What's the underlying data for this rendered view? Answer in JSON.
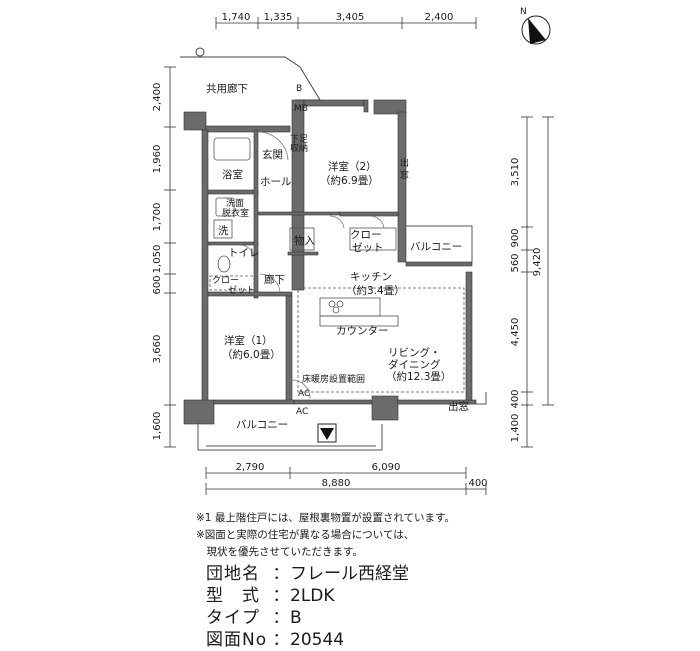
{
  "dimensions": {
    "top": [
      "1,740",
      "1,335",
      "3,405",
      "2,400"
    ],
    "left": [
      "2,400",
      "1,960",
      "1,700",
      "1,050",
      "600",
      "3,660",
      "1,600"
    ],
    "right": [
      "3,510",
      "560",
      "900",
      "9,420",
      "4,450",
      "400",
      "1,400"
    ],
    "bottom_partial": [
      "2,790",
      "6,090"
    ],
    "bottom_total": "8,880",
    "bottom_extra": "400"
  },
  "rooms": {
    "corridor_common": "共用廊下",
    "entrance": "玄関",
    "hall": "ホール",
    "bath": "浴室",
    "washroom": "洗面\n脱衣室",
    "washer": "洗",
    "toilet": "トイレ",
    "closet_small": "クロー\nゼット",
    "hallway": "廊下",
    "storage": "物入",
    "closet": "クロー\nゼット",
    "western2": "洋室（2）",
    "western2_size": "（約6.9畳）",
    "kitchen": "キッチン",
    "kitchen_size": "（約3.4畳）",
    "counter": "カウンター",
    "living": "リビング・",
    "dining": "ダイニング",
    "living_size": "（約12.3畳）",
    "western1": "洋室（1）",
    "western1_size": "（約6.0畳）",
    "floor_heating": "床暖房設置範囲",
    "balcony_bottom": "バルコニー",
    "balcony_right": "バルコニー",
    "out_window_right": "出窓",
    "out_window_top": "出\n窓",
    "mb": "MB",
    "b": "B",
    "shoes": "下足\n収納",
    "ac1": "AC",
    "ac2": "AC"
  },
  "compass_label": "N",
  "notes": [
    "※1  最上階住戸には、屋根裏物置が設置されています。",
    "※図面と実際の住宅が異なる場合については、",
    "　現状を優先させていただきます。"
  ],
  "info": [
    {
      "key": "団地名",
      "value": "フレール西経堂"
    },
    {
      "key": "型　式",
      "value": "2LDK"
    },
    {
      "key": "タイプ",
      "value": "B"
    },
    {
      "key": "図面No",
      "value": "20544"
    }
  ],
  "info_separator": "："
}
